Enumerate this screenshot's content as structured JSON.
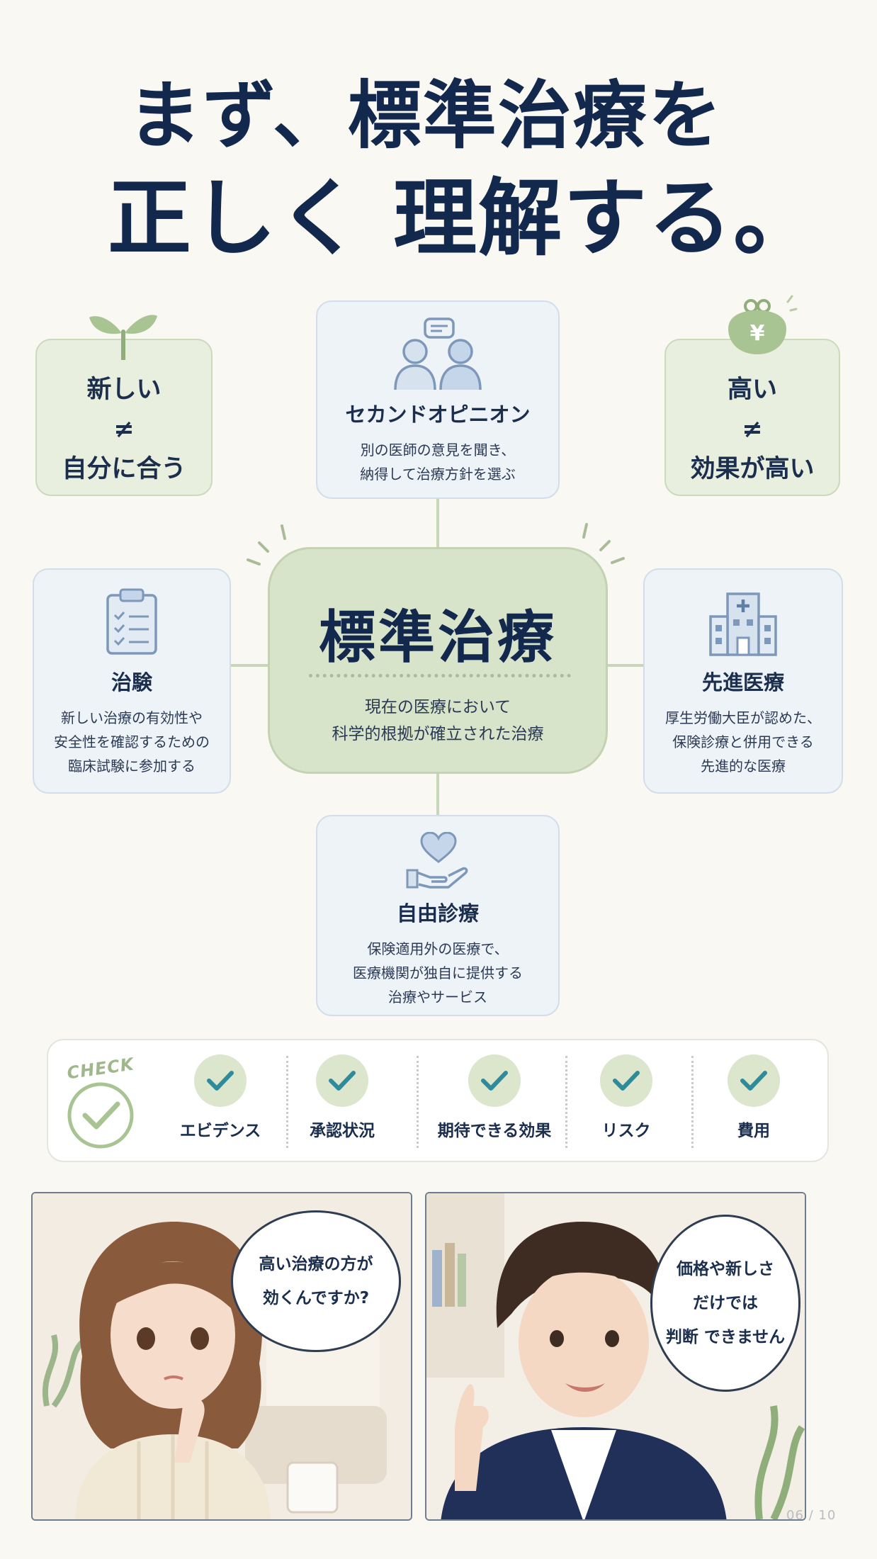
{
  "title": {
    "line1": "まず、標準治療を",
    "line2": "正しく 理解する。"
  },
  "center": {
    "title": "標準治療",
    "description": "現在の医療において\n科学的根拠が確立された治療"
  },
  "cards": {
    "second_opinion": {
      "title": "セカンドオピニオン",
      "description": "別の医師の意見を聞き、\n納得して治療方針を選ぶ",
      "icon": "consultation-icon"
    },
    "clinical_trial": {
      "title": "治験",
      "description": "新しい治療の有効性や\n安全性を確認するための\n臨床試験に参加する",
      "icon": "clipboard-icon"
    },
    "advanced": {
      "title": "先進医療",
      "description": "厚生労働大臣が認めた、\n保険診療と併用できる\n先進的な医療",
      "icon": "hospital-icon"
    },
    "free_treatment": {
      "title": "自由診療",
      "description": "保険適用外の医療で、\n医療機関が独自に提供する\n治療やサービス",
      "icon": "heart-hand-icon"
    }
  },
  "notes": {
    "new": {
      "line1": "新しい",
      "neq": "≠",
      "line2": "自分に合う",
      "icon": "sprout-icon"
    },
    "expensive": {
      "line1": "高い",
      "neq": "≠",
      "line2": "効果が高い",
      "icon": "yen-purse-icon"
    }
  },
  "check": {
    "badge_text": "CHECK",
    "items": [
      "エビデンス",
      "承認状況",
      "期待できる効果",
      "リスク",
      "費用"
    ]
  },
  "comic": {
    "left_bubble": "高い治療の方が\n効くんですか?",
    "right_bubble": "価格や新しさ\nだけでは\n判断 できません"
  },
  "page_number": "06 / 10",
  "colors": {
    "navy": "#13284d",
    "sage": "#d8e4ca",
    "light_blue": "#eef3f8",
    "check_teal": "#2f8a9a"
  }
}
